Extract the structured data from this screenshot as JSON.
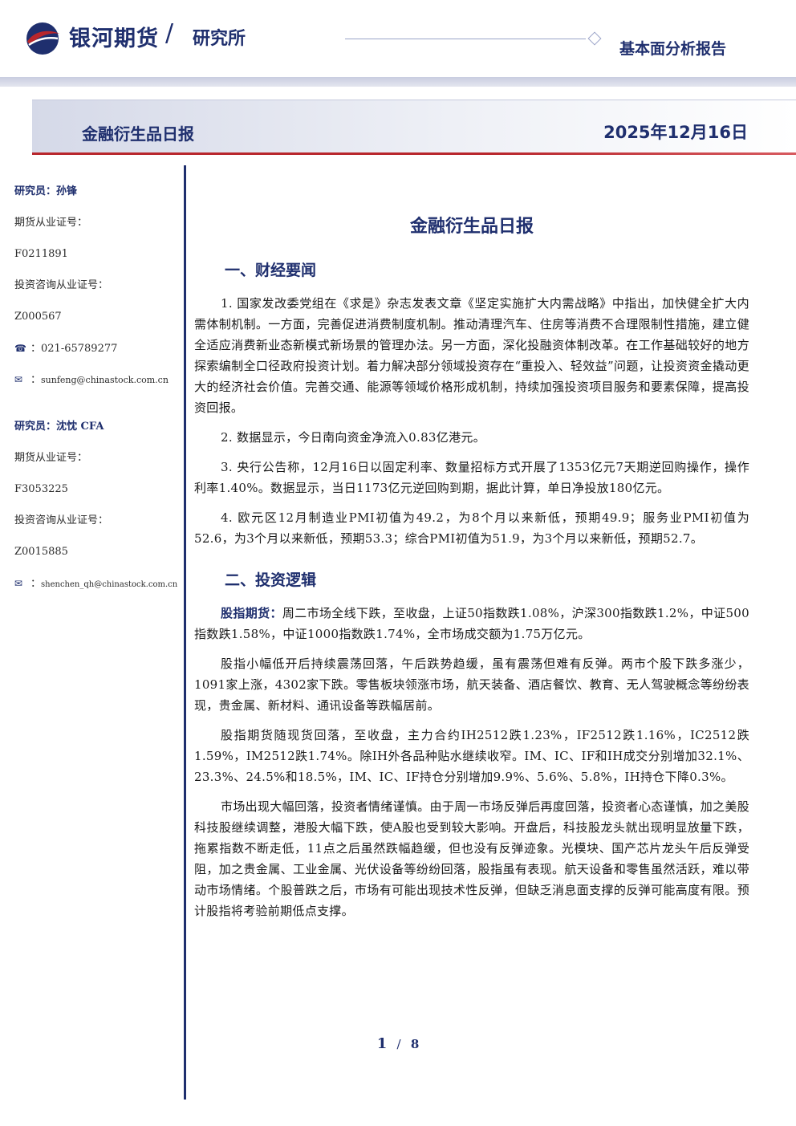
{
  "header": {
    "brand": "银河期货",
    "slash": "/",
    "brand_sub": "研究所",
    "report_type": "基本面分析报告",
    "brand_color": "#1f2f6e",
    "accent_color": "#b8262c"
  },
  "banner": {
    "title": "金融衍生品日报",
    "date": "2025年12月16日"
  },
  "sidebar": {
    "analysts": [
      {
        "label": "研究员：孙锋",
        "license_label": "期货从业证号：",
        "license_no": "F0211891",
        "consult_label": "投资咨询从业证号：",
        "consult_no": "Z000567",
        "phone": "021-65789277",
        "email": "sunfeng@chinastock.com.cn"
      },
      {
        "label": "研究员：沈忱  CFA",
        "license_label": "期货从业证号：",
        "license_no": "F3053225",
        "consult_label": "投资咨询从业证号：",
        "consult_no": "Z0015885",
        "email": "shenchen_qh@chinastock.com.cn"
      }
    ],
    "phone_icon": "☎",
    "email_icon": "✉"
  },
  "main": {
    "doc_title": "金融衍生品日报",
    "section1": {
      "heading": "一、财经要闻",
      "paragraphs": [
        "1. 国家发改委党组在《求是》杂志发表文章《坚定实施扩大内需战略》中指出，加快健全扩大内需体制机制。一方面，完善促进消费制度机制。推动清理汽车、住房等消费不合理限制性措施，建立健全适应消费新业态新模式新场景的管理办法。另一方面，深化投融资体制改革。在工作基础较好的地方探索编制全口径政府投资计划。着力解决部分领域投资存在“重投入、轻效益”问题，让投资资金撬动更大的经济社会价值。完善交通、能源等领域价格形成机制，持续加强投资项目服务和要素保障，提高投资回报。",
        "2. 数据显示，今日南向资金净流入0.83亿港元。",
        "3. 央行公告称，12月16日以固定利率、数量招标方式开展了1353亿元7天期逆回购操作，操作利率1.40%。数据显示，当日1173亿元逆回购到期，据此计算，单日净投放180亿元。",
        "4. 欧元区12月制造业PMI初值为49.2，为8个月以来新低，预期49.9；服务业PMI初值为52.6，为3个月以来新低，预期53.3；综合PMI初值为51.9，为3个月以来新低，预期52.7。"
      ]
    },
    "section2": {
      "heading": "二、投资逻辑",
      "lead": "股指期货：",
      "lead_text": "周二市场全线下跌，至收盘，上证50指数跌1.08%，沪深300指数跌1.2%，中证500指数跌1.58%，中证1000指数跌1.74%，全市场成交额为1.75万亿元。",
      "paragraphs": [
        "股指小幅低开后持续震荡回落，午后跌势趋缓，虽有震荡但难有反弹。两市个股下跌多涨少，1091家上涨，4302家下跌。零售板块领涨市场，航天装备、酒店餐饮、教育、无人驾驶概念等纷纷表现，贵金属、新材料、通讯设备等跌幅居前。",
        "股指期货随现货回落，至收盘，主力合约IH2512跌1.23%，IF2512跌1.16%，IC2512跌1.59%，IM2512跌1.74%。除IH外各品种贴水继续收窄。IM、IC、IF和IH成交分别增加32.1%、23.3%、24.5%和18.5%，IM、IC、IF持仓分别增加9.9%、5.6%、5.8%，IH持仓下降0.3%。",
        "市场出现大幅回落，投资者情绪谨慎。由于周一市场反弹后再度回落，投资者心态谨慎，加之美股科技股继续调整，港股大幅下跌，使A股也受到较大影响。开盘后，科技股龙头就出现明显放量下跌，拖累指数不断走低，11点之后虽然跌幅趋缓，但也没有反弹迹象。光模块、国产芯片龙头午后反弹受阻，加之贵金属、工业金属、光伏设备等纷纷回落，股指虽有表现。航天设备和零售虽然活跃，难以带动市场情绪。个股普跌之后，市场有可能出现技术性反弹，但缺乏消息面支撑的反弹可能高度有限。预计股指将考验前期低点支撑。"
      ]
    }
  },
  "footer": {
    "page_current": "1",
    "page_sep": "/",
    "page_total": "8"
  }
}
